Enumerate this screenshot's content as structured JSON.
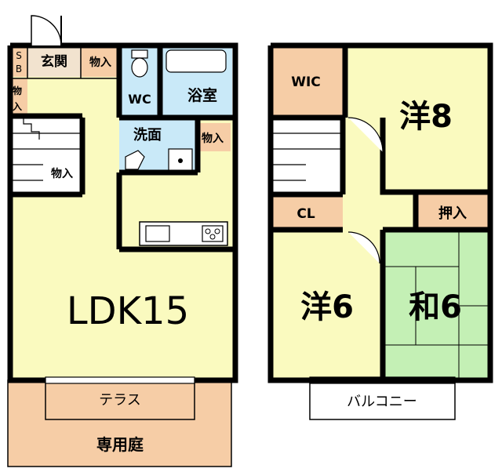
{
  "colors": {
    "living": "#fafabf",
    "closet": "#f6cda6",
    "water": "#c9e9f8",
    "tatami": "#c4f0b5",
    "garden": "#f6cda6",
    "terrace": "#f6cda6",
    "balcony": "#ffffff",
    "wall": "#000000"
  },
  "floor1": {
    "ldk": "LDK15",
    "entrance": "玄関",
    "sb": [
      "S",
      "B"
    ],
    "storage_entrance": "物入",
    "storage_left": [
      "物",
      "入"
    ],
    "storage_stairs": "物入",
    "storage_wash": "物入",
    "wc": "WC",
    "bath": "浴室",
    "washroom": "洗面",
    "terrace": "テラス",
    "garden": "専用庭"
  },
  "floor2": {
    "wic": "WIC",
    "western8": "洋8",
    "closet_cl": "CL",
    "oshiire": "押入",
    "western6": "洋6",
    "japanese6": "和6",
    "balcony": "バルコニー"
  }
}
